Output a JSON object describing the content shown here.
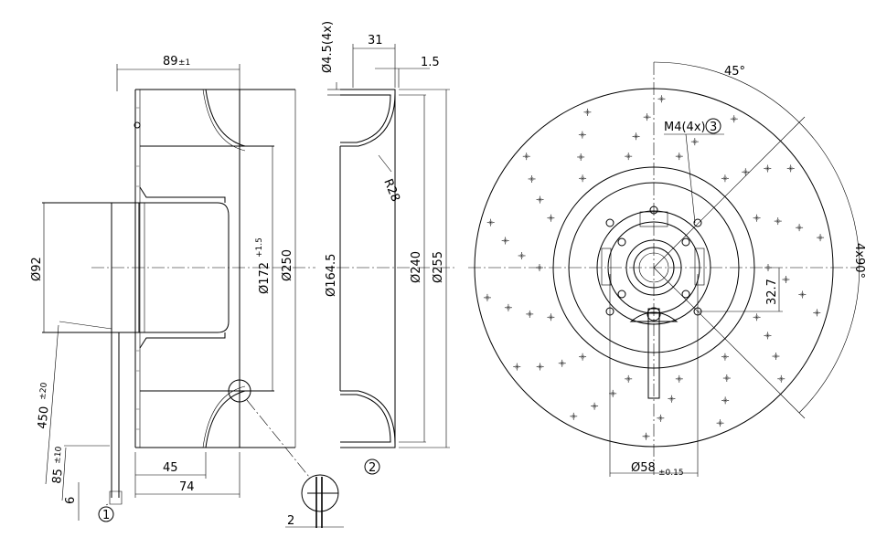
{
  "side_view": {
    "dims": {
      "overall_depth": "89",
      "overall_depth_tol": "±1",
      "dia_92": "Ø92",
      "dia_172": "Ø172",
      "dia_172_tol": "+1.5",
      "dia_250": "Ø250",
      "depth_45": "45",
      "depth_74": "74",
      "cable_450": "450",
      "cable_450_tol": "±20",
      "cable_85": "85",
      "cable_85_tol": "±10",
      "cable_6": "6"
    },
    "callout_1": "1",
    "detail_2": "2"
  },
  "section_view": {
    "dims": {
      "hole": "Ø4.5(4x)",
      "width_31": "31",
      "flange_1_5": "1.5",
      "radius": "R28",
      "dia_164": "Ø164.5",
      "dia_240": "Ø240",
      "dia_255": "Ø255"
    },
    "callout_2": "2"
  },
  "front_view": {
    "dims": {
      "angle_45": "45°",
      "angle_4x90": "4x90°",
      "thread": "M4(4x)",
      "offset": "32.7",
      "dia_58": "Ø58",
      "dia_58_tol": "±0.15"
    },
    "callout_3": "3"
  }
}
